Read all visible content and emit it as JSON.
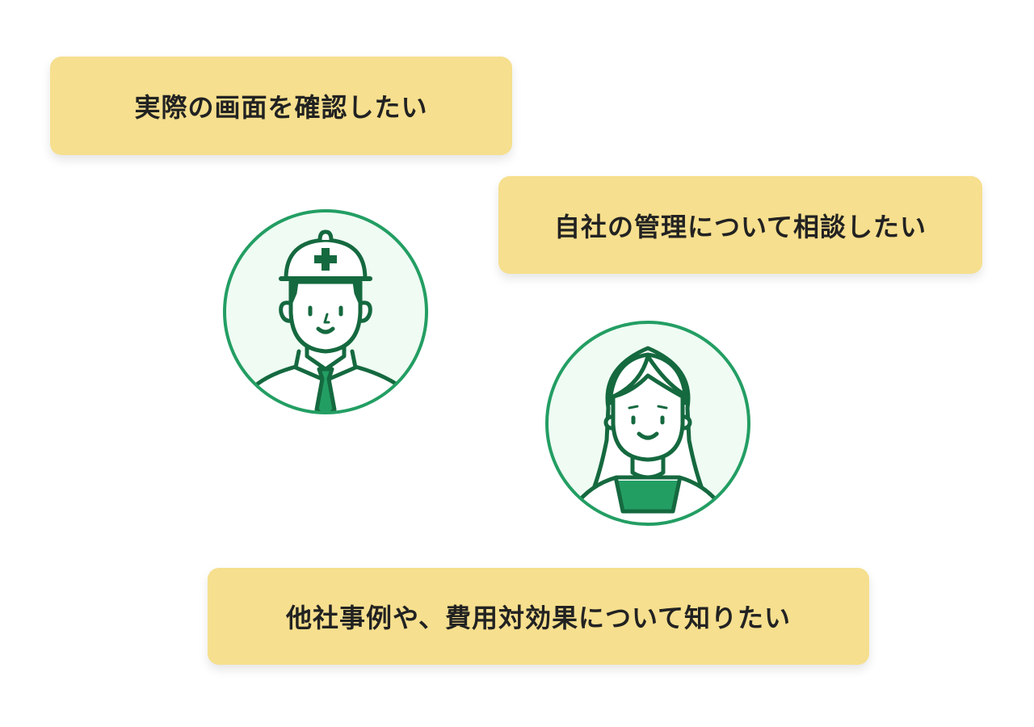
{
  "colors": {
    "bubble_background": "#f6df8e",
    "accent_green": "#239e63",
    "line_green": "#15693f",
    "avatar_background": "#effbf3",
    "text": "#222222"
  },
  "bubbles": [
    {
      "text": "実際の画面を確認したい"
    },
    {
      "text": "自社の管理について相談したい"
    },
    {
      "text": "他社事例や、費用対効果について知りたい"
    }
  ],
  "avatars": {
    "worker_icon": "construction-worker-icon",
    "woman_icon": "woman-icon"
  }
}
